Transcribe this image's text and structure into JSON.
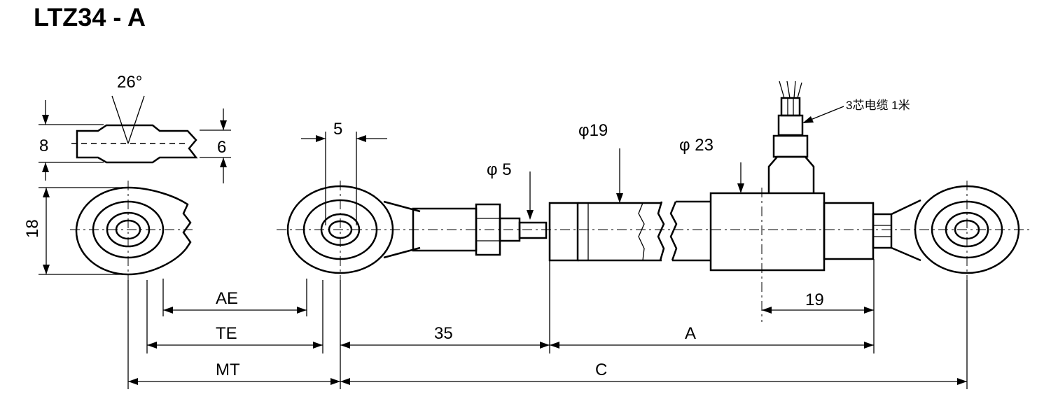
{
  "title": "LTZ34 - A",
  "labels": {
    "angle": "26°",
    "dim_8": "8",
    "dim_6": "6",
    "dim_18": "18",
    "dim_5": "5",
    "phi_5": "φ 5",
    "phi_19": "φ19",
    "phi_23": "φ 23",
    "cable_note": "3芯电缆 1米",
    "dim_19": "19",
    "AE": "AE",
    "TE": "TE",
    "MT": "MT",
    "dim_35": "35",
    "A": "A",
    "C": "C"
  }
}
